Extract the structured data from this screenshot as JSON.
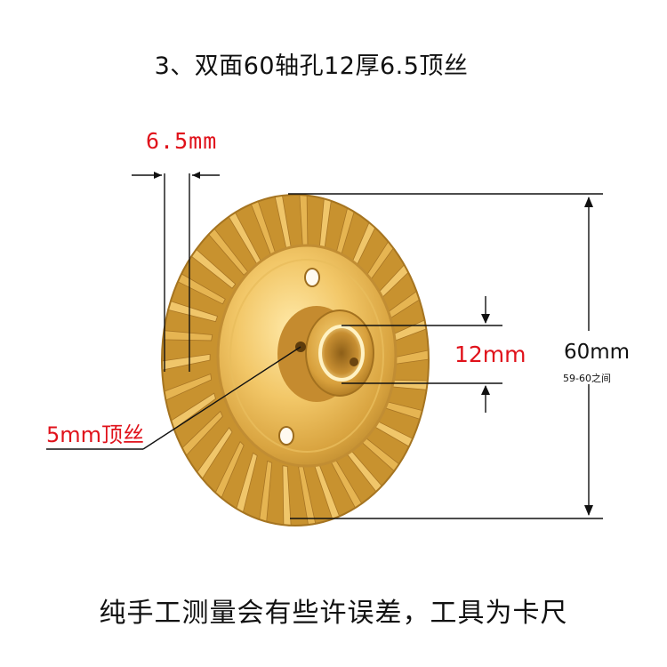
{
  "title": "3、双面60轴孔12厚6.5顶丝",
  "dimensions": {
    "thickness": "6.5mm",
    "bore": "12mm",
    "diameter": "60mm",
    "diameter_range": "59-60之间",
    "set_screw": "5mm顶丝"
  },
  "footer": "纯手工测量会有些许误差，工具为卡尺",
  "colors": {
    "annotation_red": "#e0121b",
    "brass": "#e0b048",
    "line": "#111111"
  }
}
